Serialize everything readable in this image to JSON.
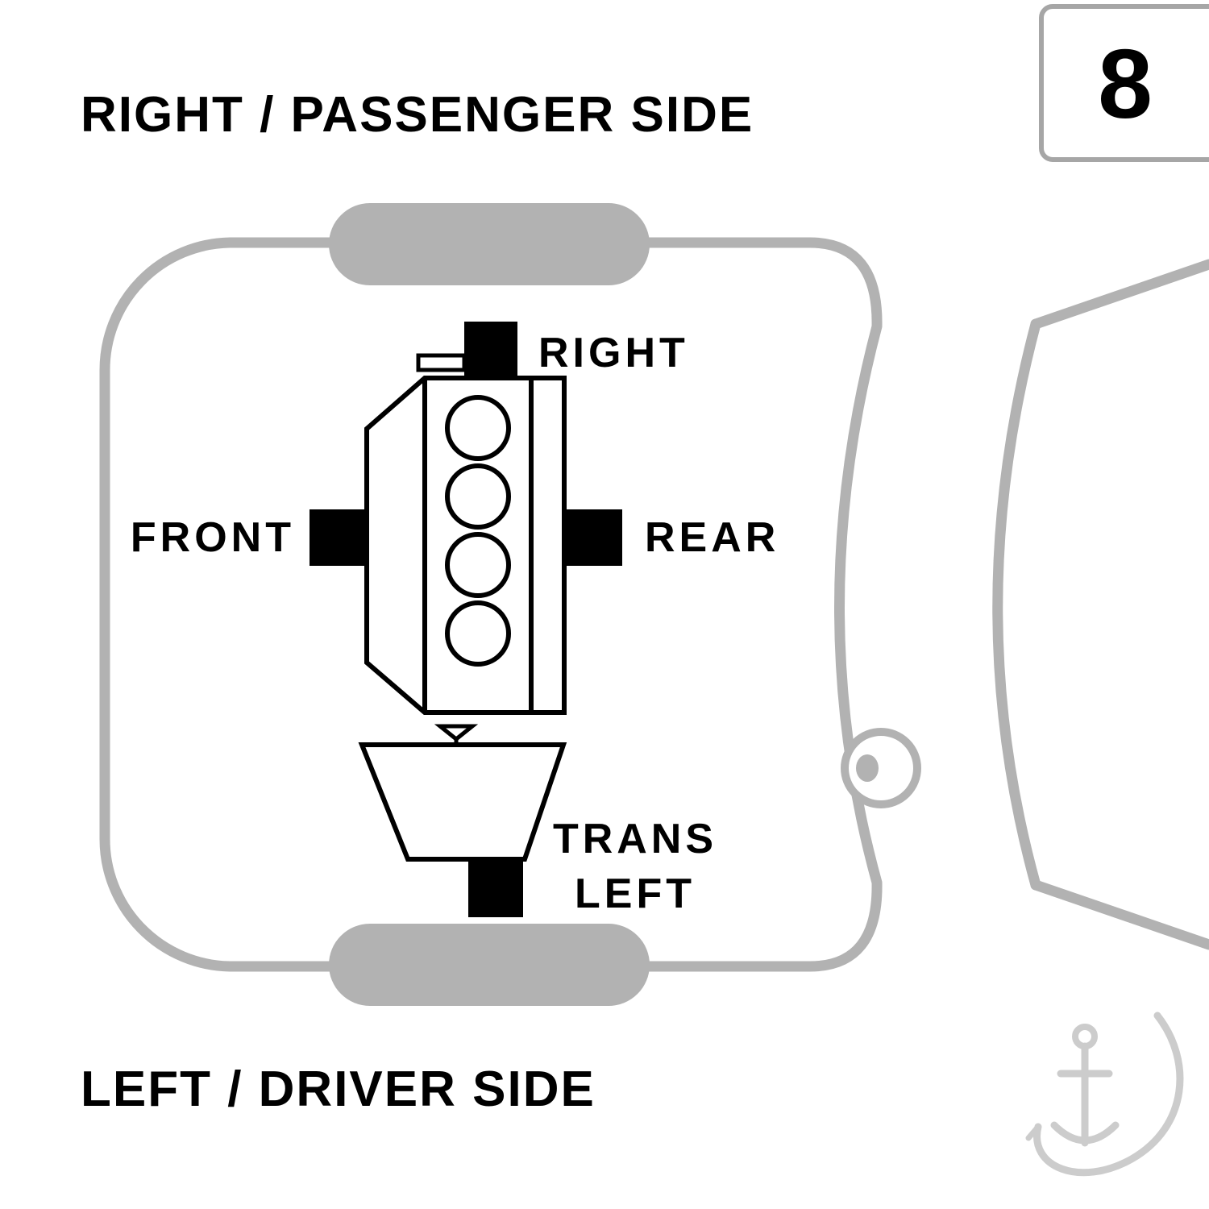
{
  "titles": {
    "top": "RIGHT / PASSENGER SIDE",
    "bottom": "LEFT / DRIVER SIDE"
  },
  "badge": {
    "number": "8"
  },
  "mounts": {
    "right": "RIGHT",
    "front": "FRONT",
    "rear": "REAR",
    "trans_line1": "TRANS",
    "trans_line2": "LEFT"
  },
  "colors": {
    "car_outline": "#b2b2b2",
    "engine_line": "#000000",
    "mount_fill": "#000000",
    "badge_border": "#a6a6a6",
    "watermark": "#cccccc",
    "background": "#ffffff"
  }
}
